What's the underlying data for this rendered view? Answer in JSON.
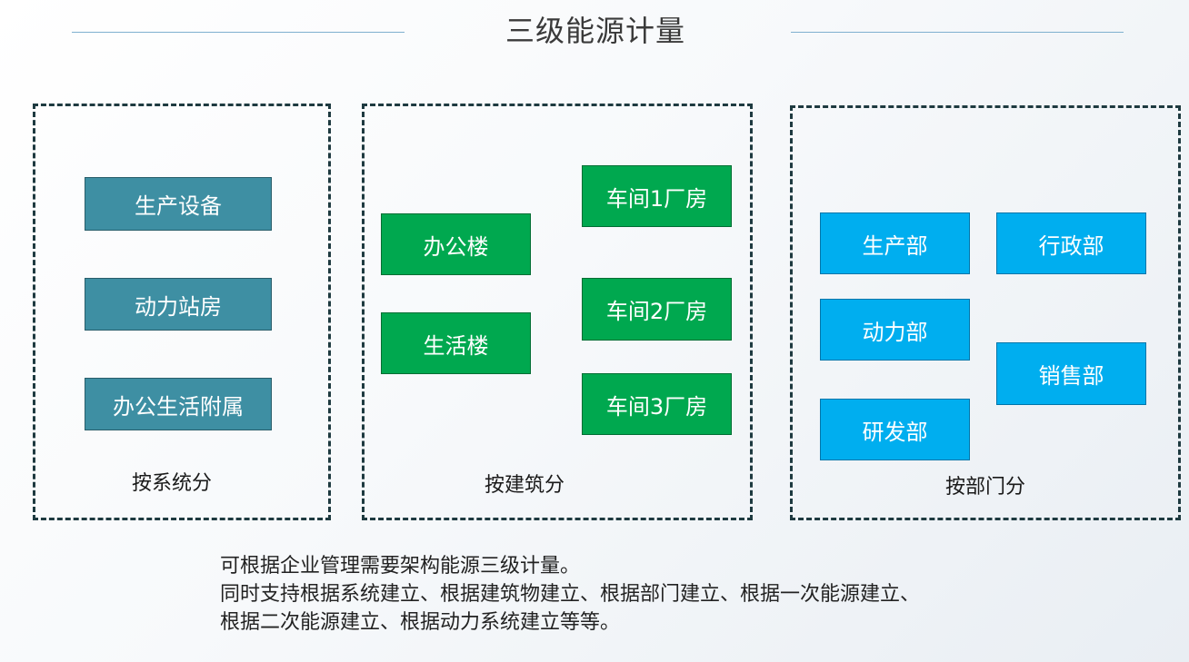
{
  "title": "三级能源计量",
  "groups": {
    "system": {
      "caption": "按系统分",
      "nodes": [
        "生产设备",
        "动力站房",
        "办公生活附属"
      ]
    },
    "building": {
      "caption": "按建筑分",
      "nodes": [
        "办公楼",
        "生活楼",
        "车间1厂房",
        "车间2厂房",
        "车间3厂房"
      ]
    },
    "department": {
      "caption": "按部门分",
      "nodes": [
        "生产部",
        "动力部",
        "研发部",
        "行政部",
        "销售部"
      ]
    }
  },
  "description": [
    "可根据企业管理需要架构能源三级计量。",
    "同时支持根据系统建立、根据建筑物建立、根据部门建立、根据一次能源建立、",
    "根据二次能源建立、根据动力系统建立等等。"
  ],
  "colors": {
    "system_node": "#3e8fa3",
    "building_node": "#00a84f",
    "department_node": "#00aeef",
    "group_border": "#1e3a40"
  }
}
